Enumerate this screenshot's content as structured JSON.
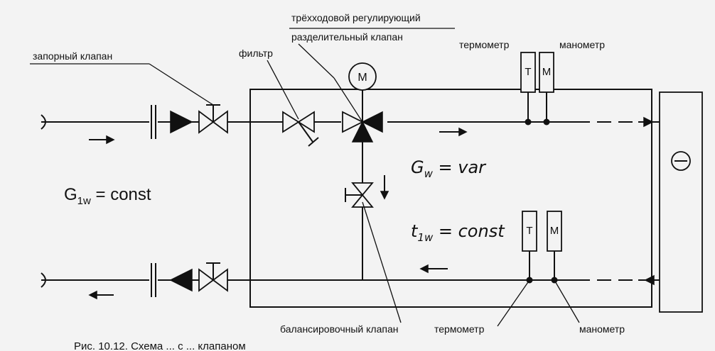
{
  "labels": {
    "shutoff_valve": "запорный клапан",
    "filter": "фильтр",
    "three_way_valve_line1": "трёхходовой регулирующий",
    "three_way_valve_line2": "разделительный клапан",
    "thermometer_top": "термометр",
    "manometer_top": "манометр",
    "thermometer_bottom": "термометр",
    "manometer_bottom": "манометр",
    "balancing_valve": "балансировочный клапан",
    "motor": "M",
    "gauge_t_top": "T",
    "gauge_m_top": "M",
    "gauge_t_bottom": "T",
    "gauge_m_bottom": "M"
  },
  "formulas": {
    "g1w_main": "G",
    "g1w_sub": "1w",
    "g1w_rest": " = const",
    "gw_main": "G",
    "gw_sub": "w",
    "gw_rest": " = var",
    "t1w_main": "t",
    "t1w_sub": "1w",
    "t1w_rest": " = const"
  },
  "caption": "Рис. 10.12. Схема ... с ... клапаном"
}
